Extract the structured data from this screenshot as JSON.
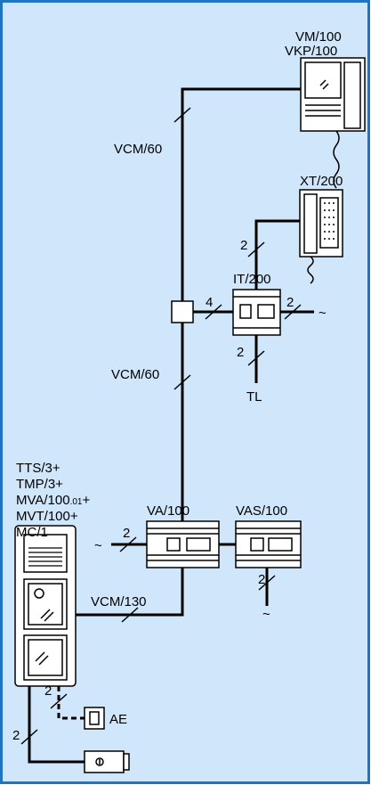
{
  "labels": {
    "vm": "VM/100",
    "vkp": "VKP/100",
    "xt": "XT/200",
    "it": "IT/200",
    "tl": "TL",
    "va": "VA/100",
    "vas": "VAS/100",
    "vcm60_top": "VCM/60",
    "vcm60_mid": "VCM/60",
    "vcm130": "VCM/130",
    "panel_lines": [
      "TTS/3+",
      "TMP/3+",
      "MVA/100",
      ".01",
      "+",
      "MVT/100+",
      "MC/1"
    ],
    "ae": "AE",
    "wires": {
      "xt_it": "2",
      "junction_it": "4",
      "it_right": "2",
      "it_tl": "2",
      "va_left": "2",
      "vas_bottom": "2",
      "panel_ae": "2",
      "panel_bottom": "2"
    },
    "ac_symbol": "~"
  }
}
